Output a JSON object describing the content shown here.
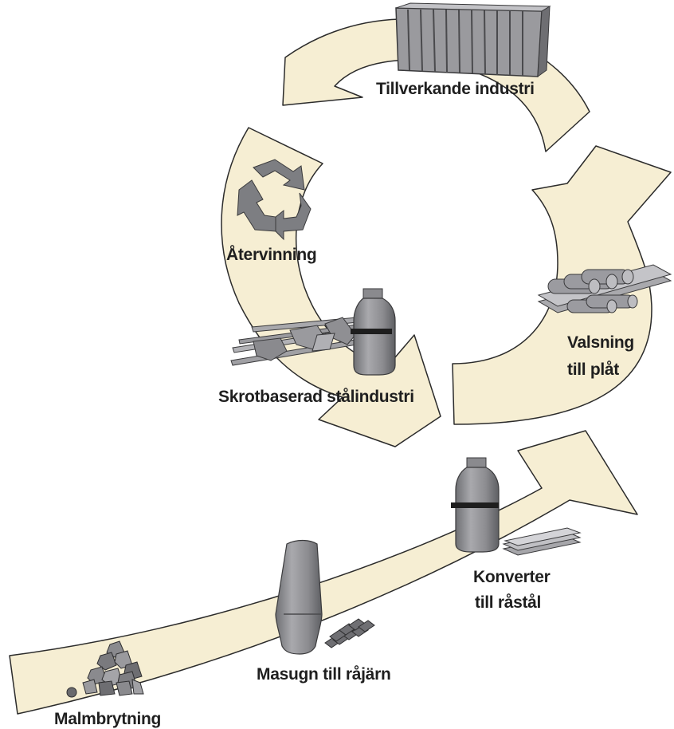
{
  "labels": {
    "tillverkande_industri": "Tillverkande industri",
    "atervinning": "Återvinning",
    "skrotbaserad": "Skrotbaserad stålindustri",
    "valsning_line1": "Valsning",
    "valsning_line2": "till  plåt",
    "konverter_line1": "Konverter",
    "konverter_line2": "till råstål",
    "masugn": "Masugn till råjärn",
    "malmbrytning": "Malmbrytning"
  },
  "colors": {
    "band_fill": "#f6eed3",
    "band_stroke": "#2b2b2b",
    "metal": "#8e8e93",
    "metal_dark": "#55565a",
    "metal_light": "#bdbdc1",
    "label": "#1f1f1f"
  },
  "icons": {
    "container": "shipping-container-icon",
    "recycle": "recycle-icon",
    "scrap": "scrap-steel-icon",
    "furnace": "converter-vessel-icon",
    "rolls": "rolling-mill-icon",
    "slabs": "steel-slab-icon",
    "blast_furnace": "blast-furnace-icon",
    "pig_iron": "pig-iron-icon",
    "ore": "ore-pile-icon"
  }
}
